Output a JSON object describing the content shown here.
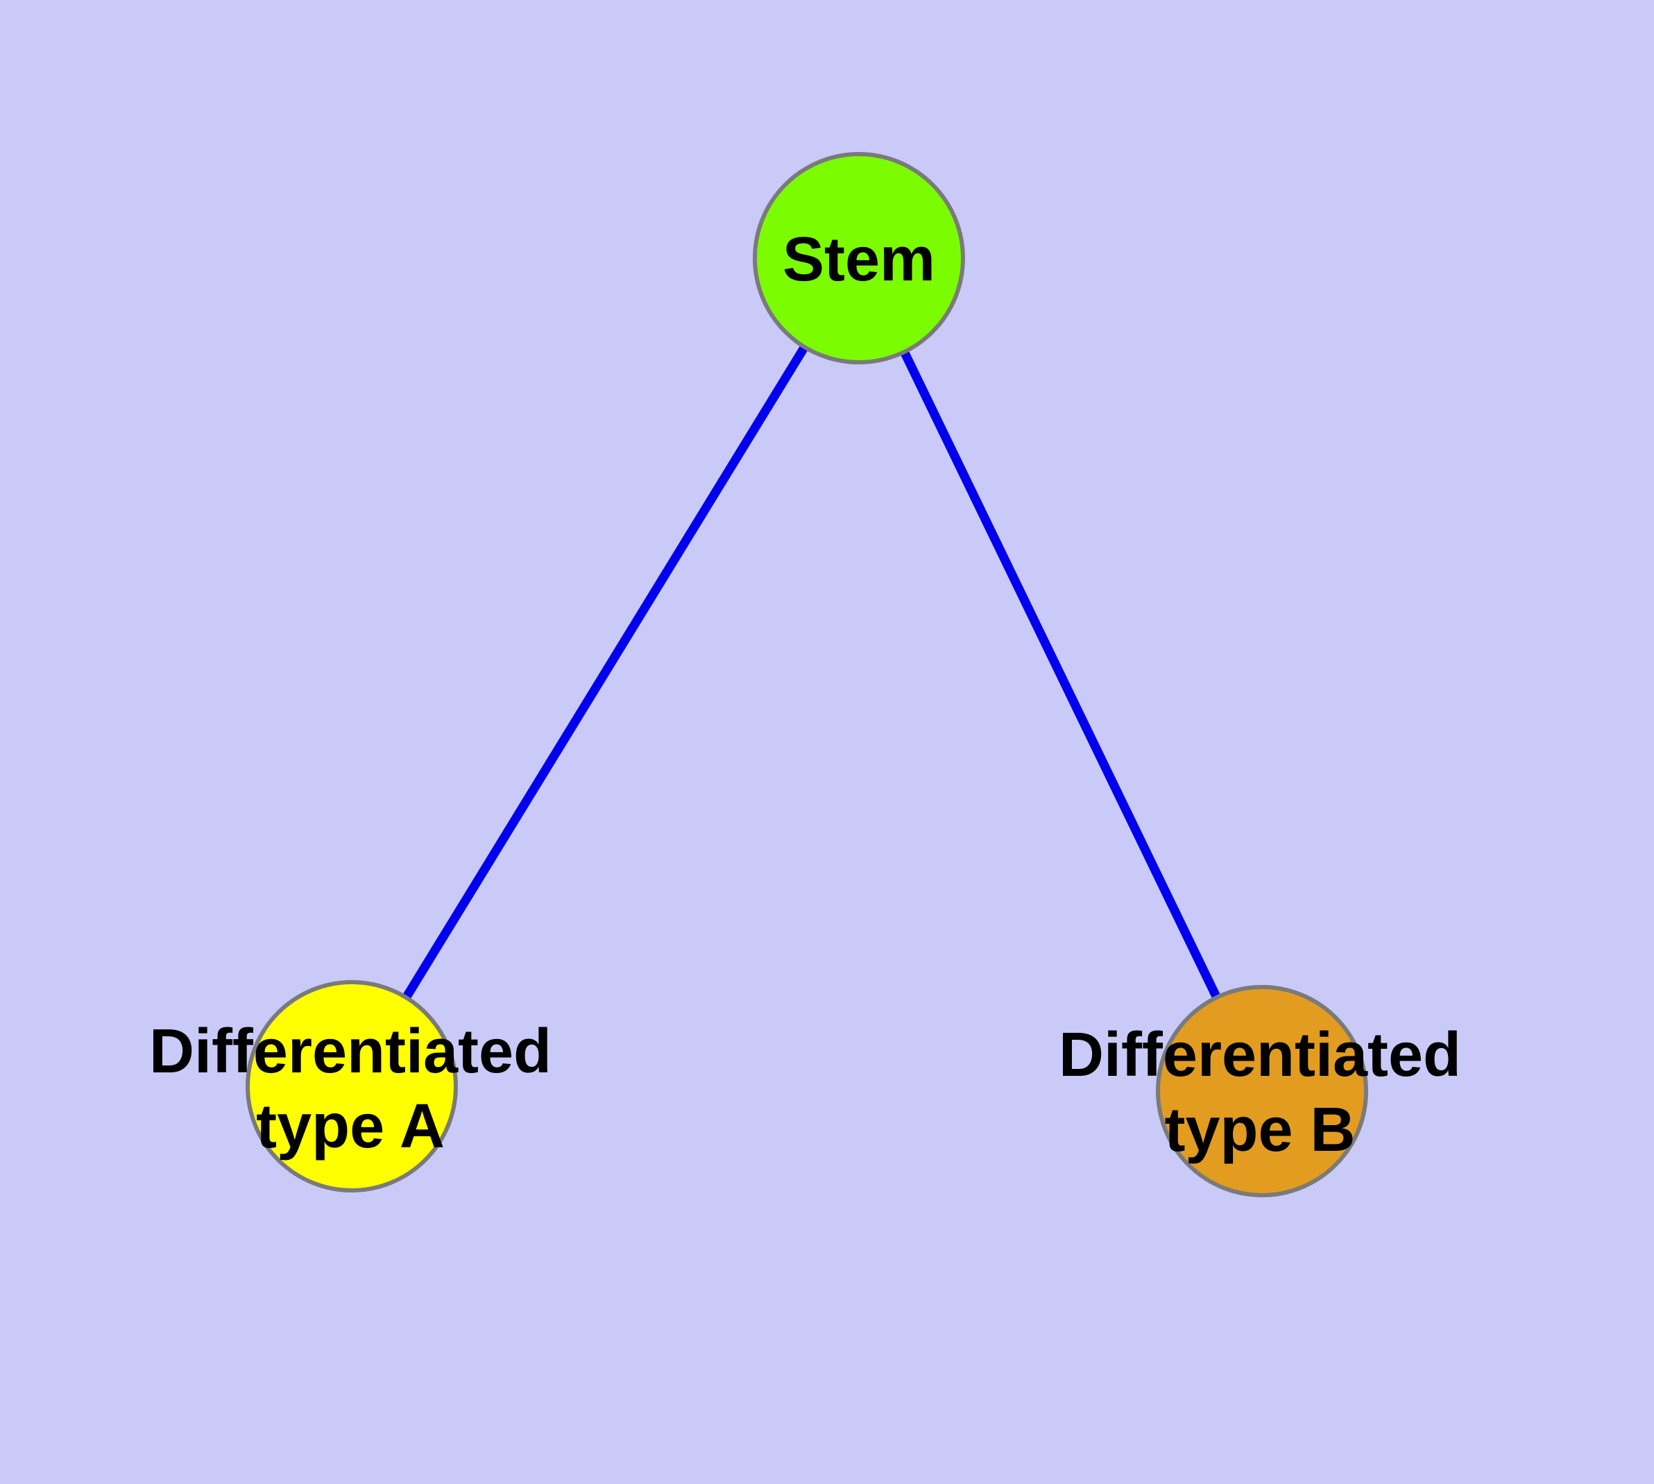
{
  "diagram": {
    "background_color": "#CACAF8",
    "edge_color": "#0000EE",
    "edge_width": "13",
    "node_border_color": "#7A7A7A",
    "node_border_width": "6",
    "label_color": "#000000",
    "nodes": {
      "stem": {
        "label": "Stem",
        "fill": "#7CFC00"
      },
      "type_a": {
        "label_line1": "Differentiated",
        "label_line2": "type A",
        "fill": "#FFFF00"
      },
      "type_b": {
        "label_line1": "Differentiated",
        "label_line2": "type B",
        "fill": "#E29C20"
      }
    },
    "edges": [
      {
        "from": "Stem",
        "to": "Differentiated type A"
      },
      {
        "from": "Stem",
        "to": "Differentiated type B"
      }
    ]
  }
}
